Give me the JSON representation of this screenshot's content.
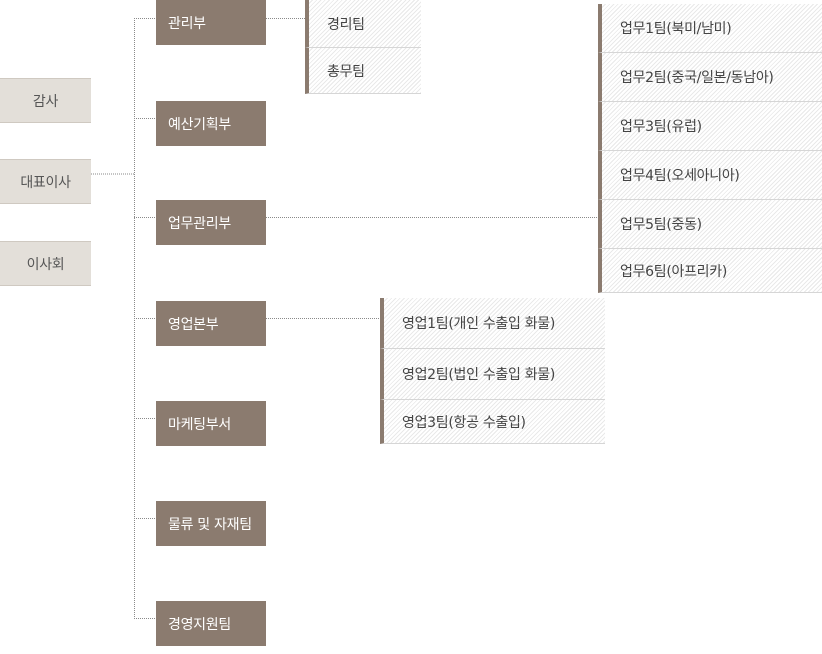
{
  "executives": [
    {
      "key": "audit",
      "label": "감사"
    },
    {
      "key": "ceo",
      "label": "대표이사"
    },
    {
      "key": "board",
      "label": "이사회"
    }
  ],
  "departments": [
    {
      "key": "admin",
      "label": "관리부"
    },
    {
      "key": "budget",
      "label": "예산기획부"
    },
    {
      "key": "business",
      "label": "업무관리부"
    },
    {
      "key": "sales",
      "label": "영업본부"
    },
    {
      "key": "marketing",
      "label": "마케팅부서"
    },
    {
      "key": "logistics",
      "label": "물류 및 자재팀"
    },
    {
      "key": "support",
      "label": "경영지원팀"
    }
  ],
  "teams": {
    "admin": [
      "경리팀",
      "총무팀"
    ],
    "business": [
      "업무1팀(북미/남미)",
      "업무2팀(중국/일본/동남아)",
      "업무3팀(유럽)",
      "업무4팀(오세아니아)",
      "업무5팀(중동)",
      "업무6팀(아프리카)"
    ],
    "sales": [
      "영업1팀(개인 수출입 화물)",
      "영업2팀(법인 수출입 화물)",
      "영업3팀(항공 수출입)"
    ]
  },
  "colors": {
    "dept_fill": "#8b7b6f",
    "exec_fill": "#e3dfd9",
    "connector": "#8a8a8a"
  }
}
